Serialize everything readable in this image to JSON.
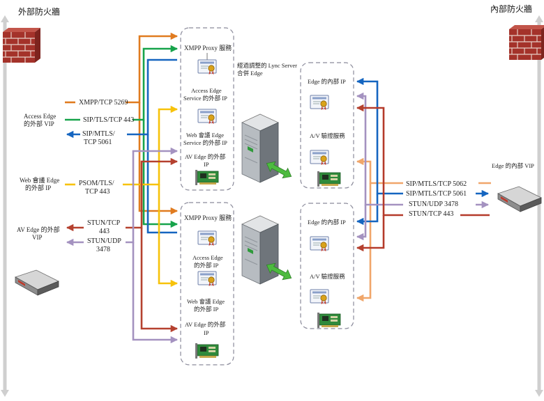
{
  "titles": {
    "external_firewall": "外部防火牆",
    "internal_firewall": "內部防火牆"
  },
  "left_labels": {
    "access_edge_vip": [
      "Access Edge",
      "的外部 VIP"
    ],
    "web_conf_edge_ip": [
      "Web 會議 Edge",
      "的外部 IP"
    ],
    "av_edge_vip": [
      "AV Edge 的外部",
      "VIP"
    ]
  },
  "left_protocols": {
    "xmpp": "XMPP/TCP 5269",
    "sip_tls": "SIP/TLS/TCP 443",
    "sip_mtls": [
      "SIP/MTLS/",
      "TCP 5061"
    ],
    "psom": [
      "PSOM/TLS/",
      "TCP 443"
    ],
    "stun_tcp": [
      "STUN/TCP",
      "443"
    ],
    "stun_udp": [
      "STUN/UDP",
      "3478"
    ]
  },
  "servers": {
    "top": {
      "xmpp_proxy": "XMPP Proxy 服務",
      "access_edge": [
        "Access Edge",
        "Service 的外部 IP"
      ],
      "web_conf": [
        "Web 會議 Edge",
        "Service 的外部 IP"
      ],
      "av_edge": [
        "AV Edge 的外部",
        "IP"
      ]
    },
    "bottom": {
      "xmpp_proxy": "XMPP Proxy 服務",
      "access_edge": [
        "Access Edge",
        "的外部 IP"
      ],
      "web_conf": [
        "Web 會議 Edge",
        "的外部 IP"
      ],
      "av_edge": [
        "AV Edge 的外部",
        "IP"
      ]
    },
    "pool_caption": [
      "經過調整的 Lync Server",
      "合併 Edge"
    ]
  },
  "internal": {
    "top": {
      "edge_ip": "Edge 的內部 IP",
      "av_auth": "A/V 驗證服務"
    },
    "bottom": {
      "edge_ip": "Edge 的內部 IP",
      "av_auth": "A/V 驗證服務"
    }
  },
  "right_protocols": {
    "sip_mtls_5062": "SIP/MTLS/TCP 5062",
    "sip_mtls_5061": "SIP/MTLS/TCP 5061",
    "stun_udp": "STUN/UDP 3478",
    "stun_tcp": "STUN/TCP 443"
  },
  "right_labels": {
    "edge_internal_vip": "Edge 的內部 VIP"
  },
  "colors": {
    "orange": "#e07b1f",
    "green": "#16a34a",
    "blue": "#1565c0",
    "yellow": "#f7c20a",
    "red": "#b5412f",
    "purple": "#a492c0",
    "peach": "#f0a66a",
    "brick": "#b53a2a"
  },
  "icons": [
    "firewall-icon",
    "load-balancer-icon",
    "certificate-icon",
    "network-card-icon",
    "server-icon",
    "sync-arrow-icon"
  ]
}
